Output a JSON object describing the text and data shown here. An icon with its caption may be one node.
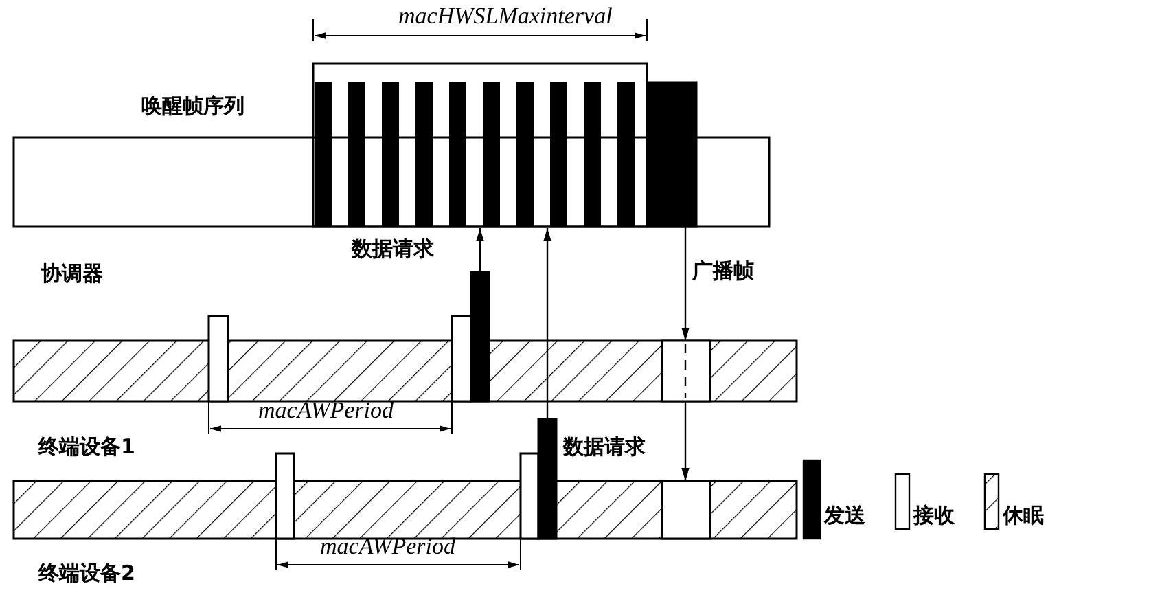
{
  "diagram": {
    "nodes": [
      {
        "text": [],
        "shape": "bar",
        "beside": [
          "协调器"
        ]
      },
      {
        "text": [],
        "shape": "bar"
      },
      {
        "text": [],
        "shape": "bar"
      },
      {
        "text": [],
        "shape": "bar",
        "beside": [
          "终端设备1"
        ]
      },
      {
        "text": [],
        "shape": "bar"
      },
      {
        "text": [],
        "shape": "box",
        "in": 3
      },
      {
        "text": [],
        "shape": "bar",
        "beside": [
          "终端设备2"
        ]
      },
      {
        "text": [],
        "shape": "bar"
      },
      {
        "text": [],
        "shape": "box",
        "in": 6
      }
    ],
    "edges": [
      {
        "from": 4,
        "to": 0,
        "arrow": "to",
        "label": "数据请求"
      },
      {
        "from": 7,
        "to": 0,
        "arrow": "to",
        "label": "数据请求"
      },
      {
        "from": 2,
        "to": 5,
        "arrow": "to",
        "label": "广播帧"
      },
      {
        "from": 5,
        "to": 8,
        "arrow": "to"
      }
    ],
    "labels": [
      "macHWSLMaxinterval",
      "唤醒帧序列",
      "macAWPeriod",
      "macAWPeriod"
    ],
    "legend": [
      {
        "text": "发送",
        "color": "#000000"
      },
      {
        "text": "接收"
      },
      {
        "text": "休眠"
      }
    ]
  }
}
